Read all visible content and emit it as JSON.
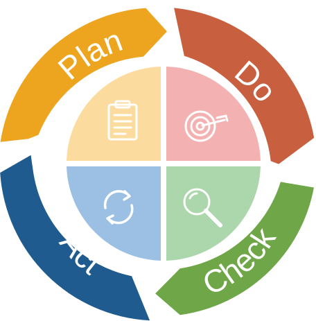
{
  "stages": [
    {
      "key": "plan",
      "label": "Plan",
      "ring_color": "#eda51f",
      "quadrant_color": "#fcdc9e",
      "icon": "clipboard-icon"
    },
    {
      "key": "do",
      "label": "Do",
      "ring_color": "#c85f3e",
      "quadrant_color": "#f4b1b1",
      "icon": "target-icon"
    },
    {
      "key": "check",
      "label": "Check",
      "ring_color": "#6ea648",
      "quadrant_color": "#acd6ab",
      "icon": "magnifier-icon"
    },
    {
      "key": "act",
      "label": "Act",
      "ring_color": "#1f5b8e",
      "quadrant_color": "#9cbfe4",
      "icon": "refresh-icon"
    }
  ]
}
